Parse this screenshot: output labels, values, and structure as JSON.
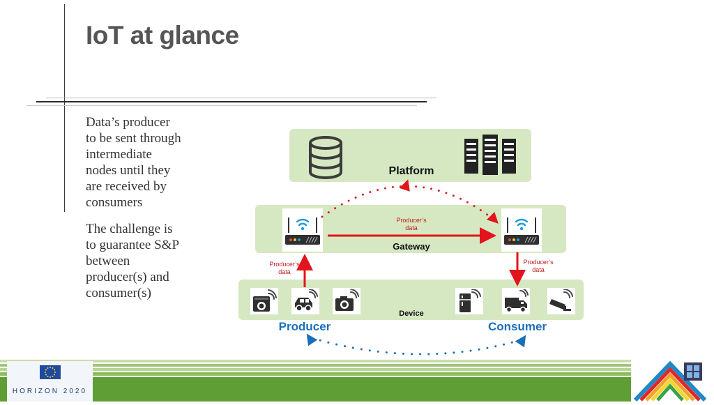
{
  "slide": {
    "title": "IoT at glance",
    "paragraph1": "Data’s producer\nto be sent through\nintermediate\nnodes until they\nare received by\nconsumers",
    "paragraph2": "The challenge is\nto guarantee S&P\nbetween\nproducer(s) and\nconsumer(s)"
  },
  "diagram": {
    "platform_label": "Platform",
    "gateway_label": "Gateway",
    "device_label": "Device",
    "gateway_data_label": "Producer’s\ndata",
    "left_data_label": "Producer’s\ndata",
    "right_data_label": "Producer’s\ndata",
    "producer_label": "Producer",
    "consumer_label": "Consumer",
    "producer_devices": [
      "washing-machine-icon",
      "car-icon",
      "camera-icon"
    ],
    "consumer_devices": [
      "fridge-icon",
      "truck-icon",
      "security-camera-icon"
    ],
    "colors": {
      "panel": "#d6e8c2",
      "arrow_red": "#e3141b",
      "arrow_blue": "#1a6fba",
      "actor_blue": "#1a6fba"
    }
  },
  "footer": {
    "logo_text": "HORIZON 2020"
  }
}
